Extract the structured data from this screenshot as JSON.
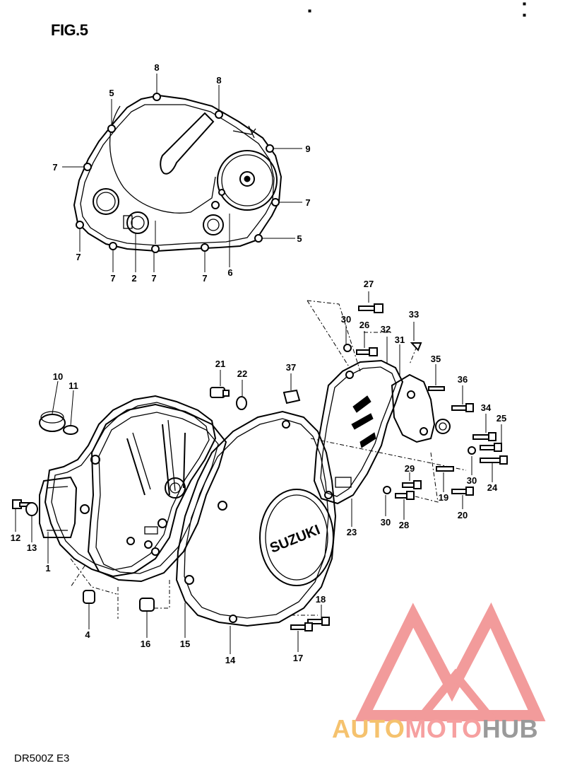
{
  "figure": {
    "title": "FIG.5",
    "model_code": "DR500Z  E3"
  },
  "watermark": {
    "part1": "AUTO",
    "part2": "MOTO",
    "part3": "HUB",
    "colors": {
      "auto": "#f5c26e",
      "moto": "#f6a0a0",
      "hub": "#9a9a9a",
      "logo": "#f08a8a"
    }
  },
  "callouts": {
    "c8a": "8",
    "c8b": "8",
    "c5a": "5",
    "c9": "9",
    "c7a": "7",
    "c7b": "7",
    "c5b": "5",
    "c7c": "7",
    "c7d": "7",
    "c2": "2",
    "c7e": "7",
    "c7f": "7",
    "c6": "6",
    "c27": "27",
    "c33": "33",
    "c30a": "30",
    "c26": "26",
    "c32": "32",
    "c31": "31",
    "c35": "35",
    "c36": "36",
    "c34": "34",
    "c25": "25",
    "c21": "21",
    "c22": "22",
    "c37": "37",
    "c10": "10",
    "c11": "11",
    "c29": "29",
    "c30b": "30",
    "c24": "24",
    "c19": "19",
    "c20": "20",
    "c30c": "30",
    "c28": "28",
    "c23": "23",
    "c12": "12",
    "c13": "13",
    "c1": "1",
    "c4": "4",
    "c16": "16",
    "c15": "15",
    "c14": "14",
    "c18": "18",
    "c17": "17"
  },
  "cover_logo": "SUZUKI"
}
